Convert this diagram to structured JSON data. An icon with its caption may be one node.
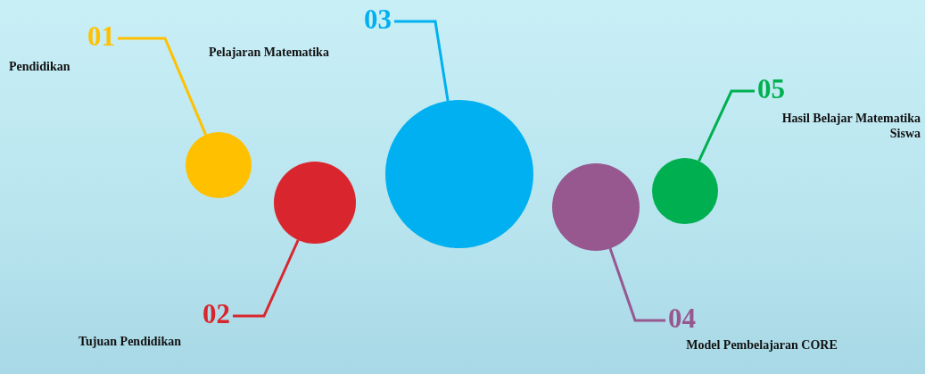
{
  "diagram": {
    "nodes": [
      {
        "text": [
          "01"
        ],
        "beside": [
          "Pendidikan"
        ]
      },
      {
        "text": [],
        "shape": "circle"
      },
      {
        "text": [
          "02"
        ],
        "beside": [
          "Tujuan Pendidikan"
        ]
      },
      {
        "text": [],
        "shape": "circle"
      },
      {
        "text": [
          "03"
        ],
        "beside": [
          "Pelajaran Matematika"
        ]
      },
      {
        "text": [],
        "shape": "circle"
      },
      {
        "text": [
          "04"
        ],
        "beside": [
          "Model Pembelajaran CORE"
        ]
      },
      {
        "text": [],
        "shape": "circle"
      },
      {
        "text": [
          "05"
        ],
        "beside": [
          "Hasil Belajar Matematika Siswa"
        ]
      },
      {
        "text": [],
        "shape": "circle"
      }
    ],
    "edges": [
      {
        "from": 0,
        "to": 1,
        "arrow": "none",
        "color": "#ffc000"
      },
      {
        "from": 2,
        "to": 3,
        "arrow": "none",
        "color": "#d9262e"
      },
      {
        "from": 4,
        "to": 5,
        "arrow": "none",
        "color": "#00b0f0"
      },
      {
        "from": 6,
        "to": 7,
        "arrow": "none",
        "color": "#97578f"
      },
      {
        "from": 8,
        "to": 9,
        "arrow": "none",
        "color": "#00b050"
      }
    ]
  }
}
